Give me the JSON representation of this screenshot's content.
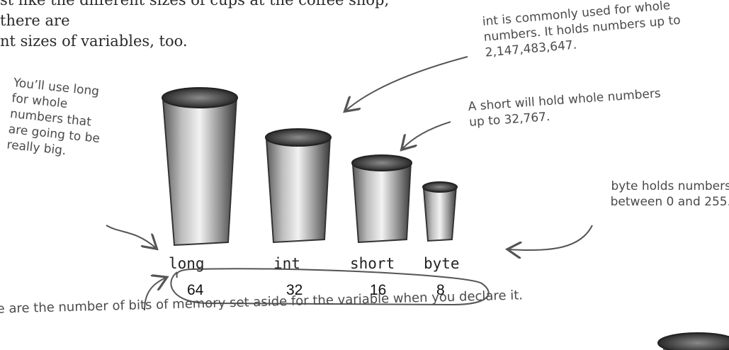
{
  "intro": {
    "line1": "st like the different sizes of cups at the coffee shop, there are",
    "line2": "nt sizes of variables, too."
  },
  "notes": {
    "long": "You’ll use long\nfor whole\nnumbers that\nare going to be\nreally big.",
    "int": "int is commonly used for whole\nnumbers. It holds numbers up to\n2,147,483,647.",
    "short": "A short will hold whole numbers\nup to 32,767.",
    "byte": "byte holds numbers\nbetween 0 and 255.",
    "bits": "se are the number of bits of memory set aside for the variable when you declare it."
  },
  "types": [
    {
      "name": "long",
      "bits": "64"
    },
    {
      "name": "int",
      "bits": "32"
    },
    {
      "name": "short",
      "bits": "16"
    },
    {
      "name": "byte",
      "bits": "8"
    }
  ]
}
